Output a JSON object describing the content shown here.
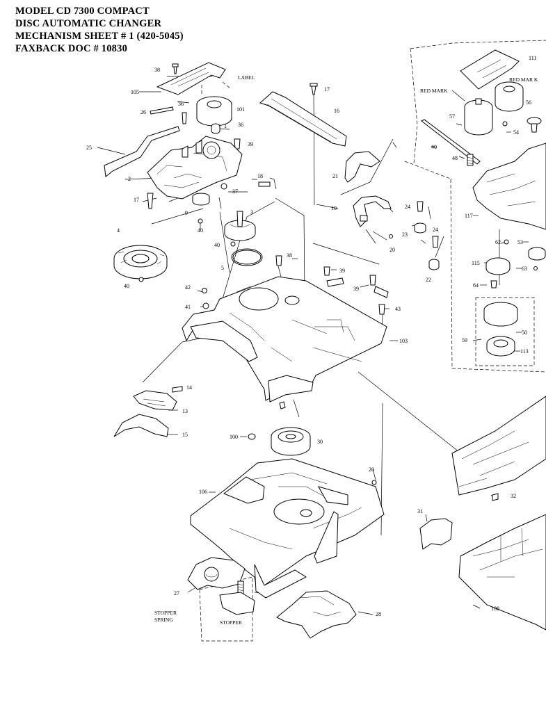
{
  "header": {
    "line1": "MODEL CD 7300 COMPACT",
    "line2": "DISC AUTOMATIC CHANGER",
    "line3": "MECHANISM SHEET # 1  (420-5045)",
    "line4": "FAXBACK DOC # 10830"
  },
  "labels": {
    "l38a": "38",
    "l105": "105",
    "l36a": "36",
    "label": "LABEL",
    "l101": "101",
    "l1": "1",
    "l36b": "36",
    "l26": "26",
    "l25": "25",
    "l39a": "39",
    "l2": "2",
    "l17a": "17",
    "l18": "18",
    "l37": "37",
    "l9": "9",
    "l3": "3",
    "l40a": "40",
    "l4": "4",
    "l40b": "40",
    "l5": "5",
    "l40c": "40",
    "l17b": "17",
    "l16": "16",
    "l21": "21",
    "l10": "10",
    "l20a": "20",
    "l24a": "24",
    "l23": "23",
    "l24b": "24",
    "l22": "22",
    "l38b": "38",
    "l39b": "39",
    "l39c": "39",
    "l42": "42",
    "l41": "41",
    "l43": "43",
    "l103": "103",
    "l14": "14",
    "l13": "13",
    "l15": "15",
    "l100": "100",
    "l30": "30",
    "l20b": "20",
    "l106": "106",
    "l27": "27",
    "stopper_spring_1": "STOPPER",
    "stopper_spring_2": "SPRING",
    "stopper": "STOPPER",
    "l28": "28",
    "l31": "31",
    "l32": "32",
    "l108": "108",
    "l111": "111",
    "red_mark_a": "RED MARK",
    "red_mark_b": "RED MAR K",
    "l57": "57",
    "l56": "56",
    "l54": "54",
    "l40d": "40",
    "l48": "48",
    "l117": "117",
    "l62": "62",
    "l53": "53",
    "l115": "115",
    "l63": "63",
    "l64": "64",
    "l59": "59",
    "l50": "50",
    "l113": "113"
  }
}
